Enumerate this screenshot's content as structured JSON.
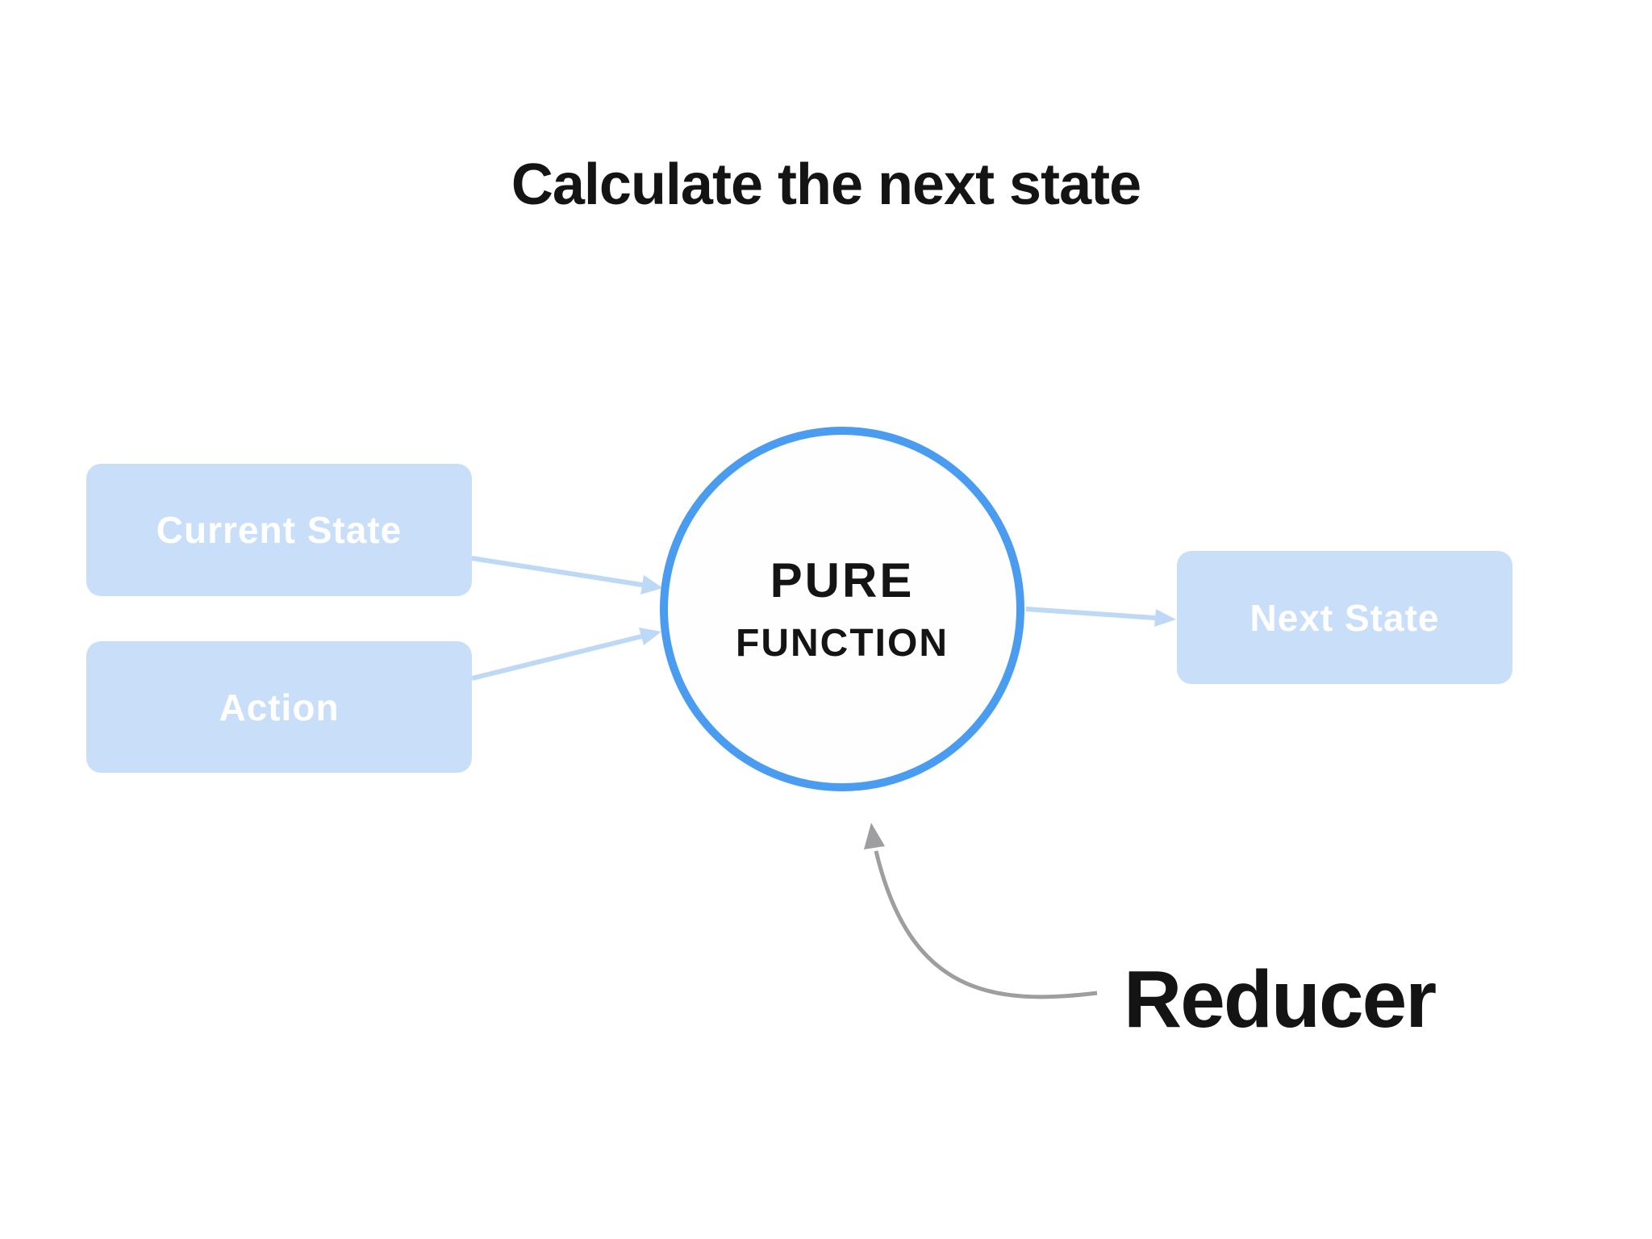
{
  "title": "Calculate the next state",
  "nodes": {
    "current_state": "Current State",
    "action": "Action",
    "pure_line1": "PURE",
    "pure_line2": "FUNCTION",
    "next_state": "Next State"
  },
  "annotation": {
    "label": "Reducer"
  },
  "edges": [
    {
      "from": "Current State",
      "to": "PURE FUNCTION",
      "style": "straight-light-blue-arrow"
    },
    {
      "from": "Action",
      "to": "PURE FUNCTION",
      "style": "straight-light-blue-arrow"
    },
    {
      "from": "PURE FUNCTION",
      "to": "Next State",
      "style": "straight-light-blue-arrow"
    },
    {
      "from": "Reducer",
      "to": "PURE FUNCTION",
      "style": "curved-gray-arrow"
    }
  ],
  "colors": {
    "background": "#ffffff",
    "box_fill": "#c9dff9",
    "box_text": "#ffffff",
    "circle_stroke": "#4a9cf0",
    "arrow_blue": "#bed9f6",
    "arrow_gray": "#9e9ea0",
    "text_dark": "#141414"
  }
}
